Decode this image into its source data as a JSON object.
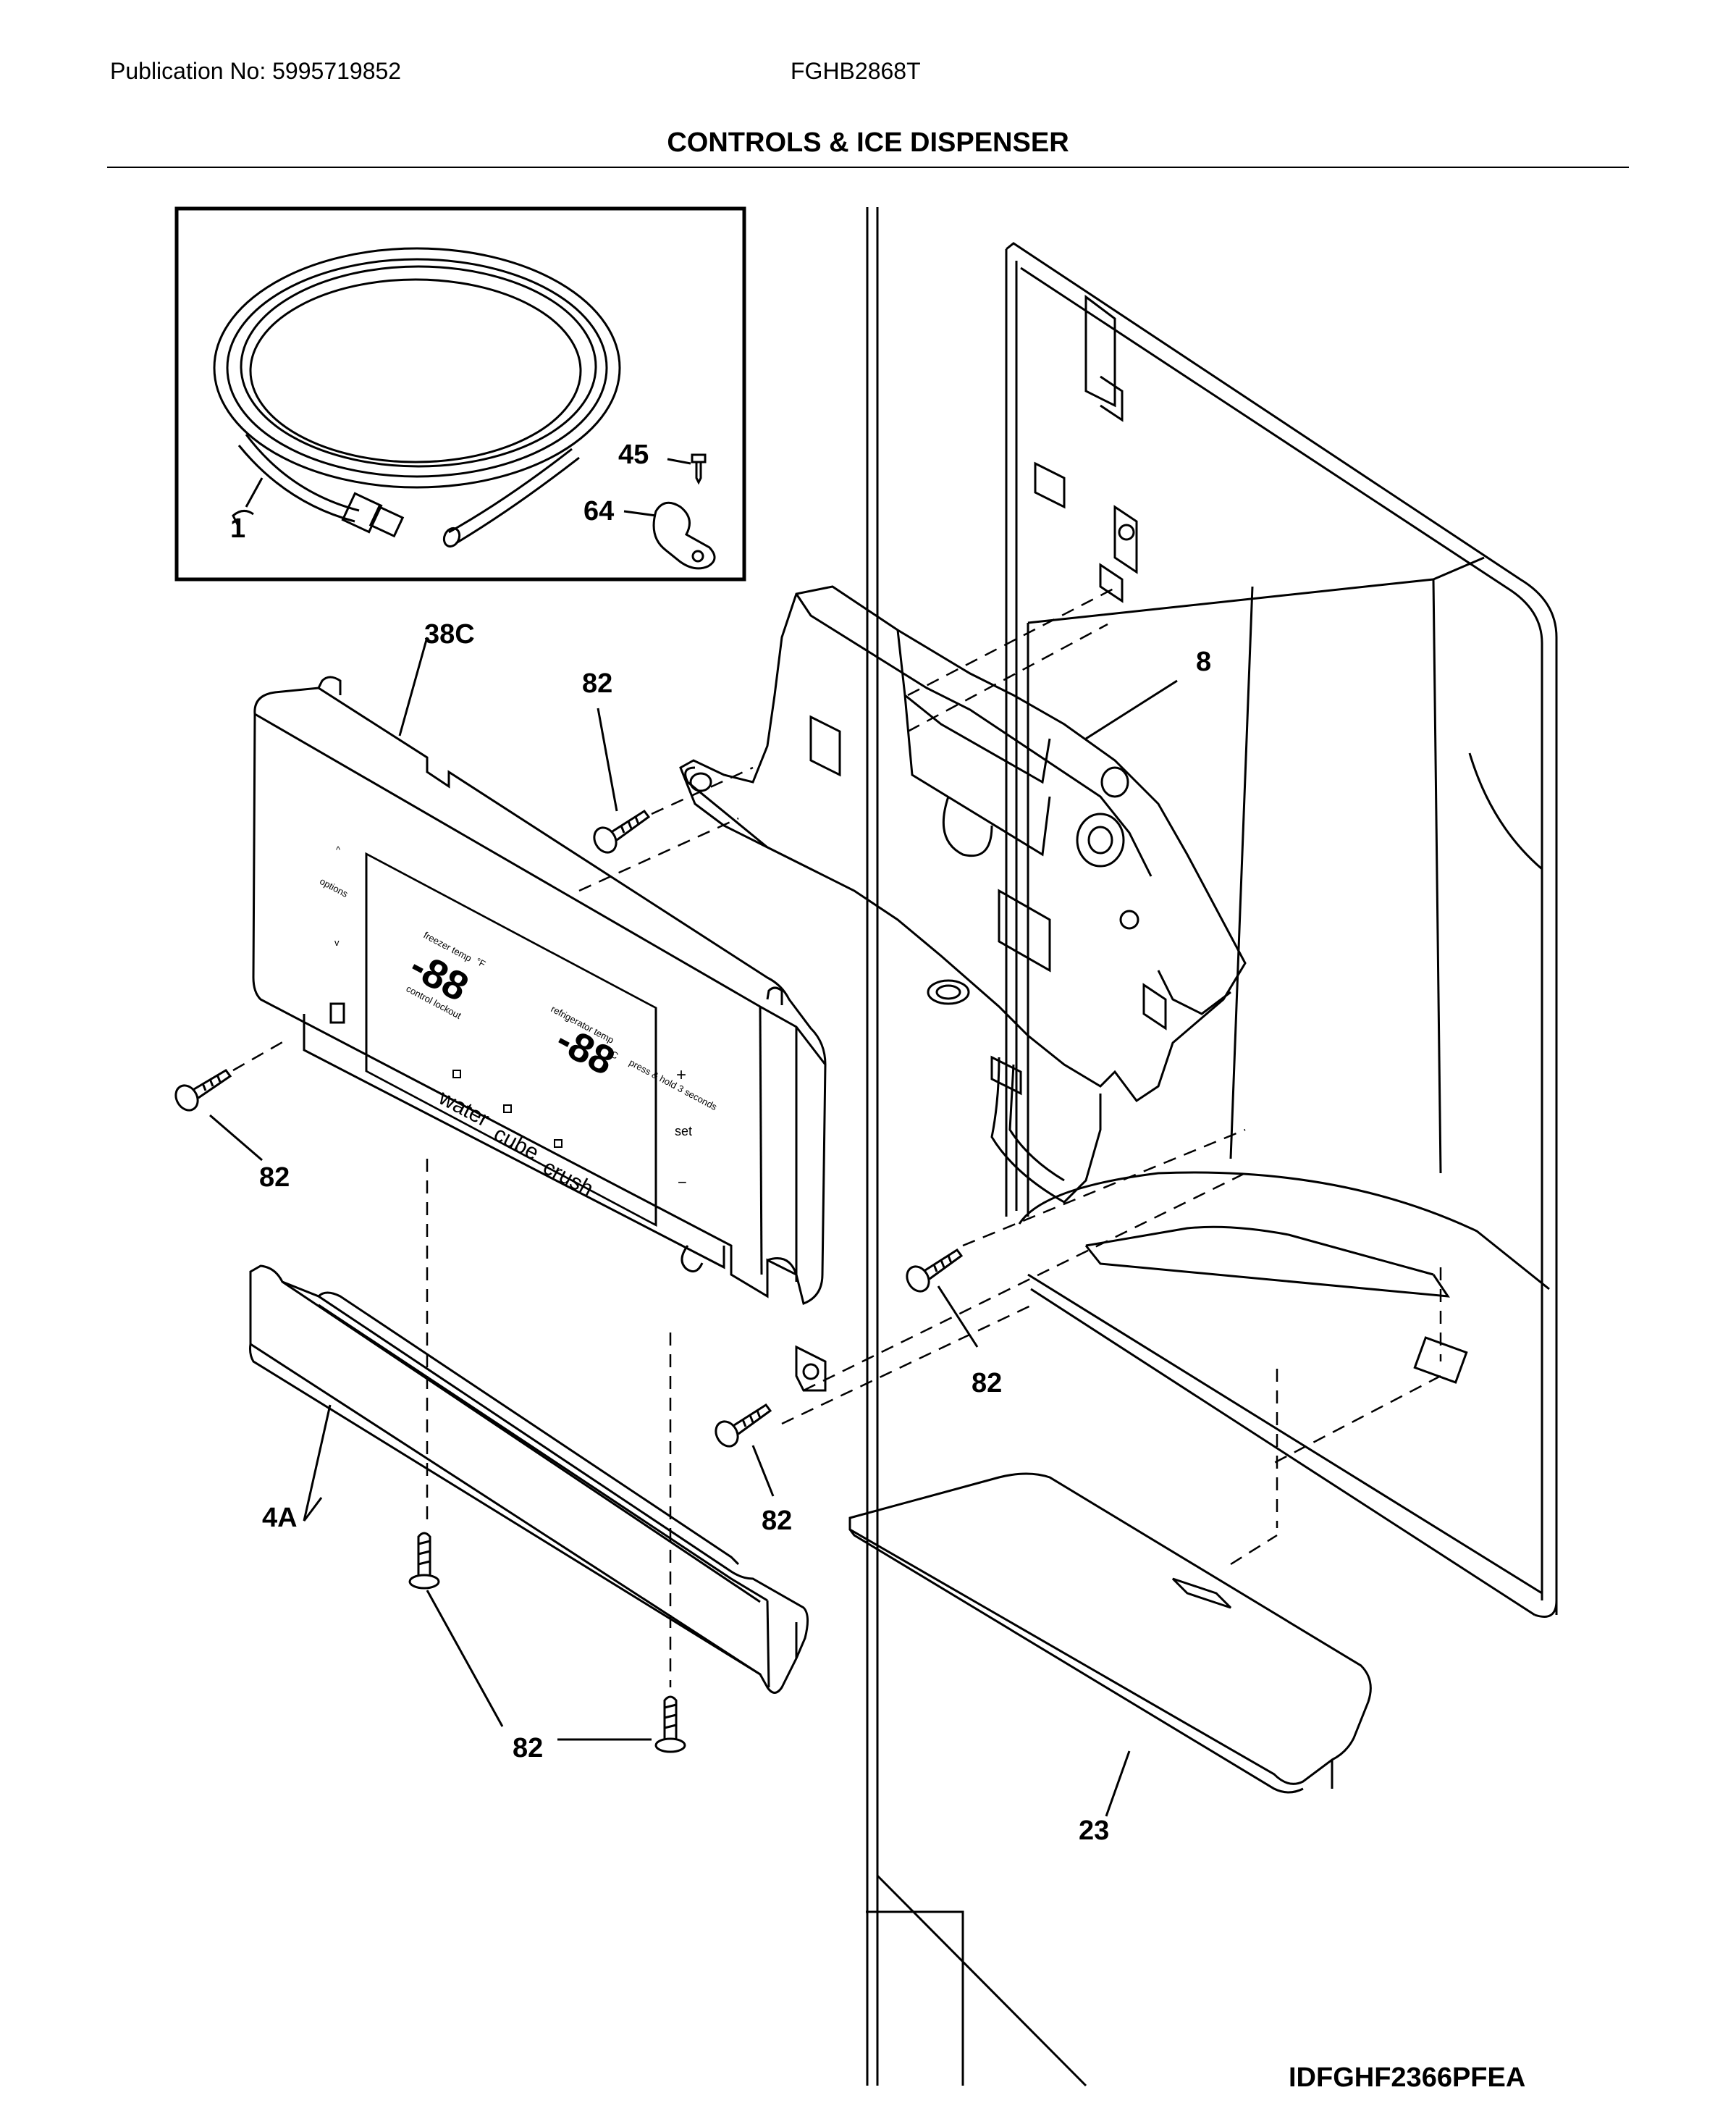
{
  "header": {
    "publication": "Publication No: 5995719852",
    "model": "FGHB2868T",
    "title": "CONTROLS & ICE DISPENSER"
  },
  "callouts": {
    "tubing": "1",
    "screw_45": "45",
    "clamp_64": "64",
    "control_panel": "38C",
    "screw_top": "82",
    "dispenser_housing": "8",
    "screw_left": "82",
    "screw_right": "82",
    "trim": "4A",
    "screw_mid": "82",
    "screw_bottom": "82",
    "drip_tray": "23"
  },
  "panel_labels": {
    "up": "^",
    "options": "options",
    "down": "v",
    "water": "water",
    "cube": "cube",
    "crush": "crush",
    "plus": "+",
    "set": "set",
    "minus": "−",
    "freezer_display": "-88",
    "fridge_display": "-88",
    "freezer_temp": "freezer temp",
    "refrigerator_temp": "refrigerator temp",
    "control_lockout": "control lockout",
    "unit_f": "°F",
    "unit_c": "°C",
    "press_hold": "press & hold 3 seconds"
  },
  "footer": {
    "diagram_code": "IDFGHF2366PFEA"
  }
}
